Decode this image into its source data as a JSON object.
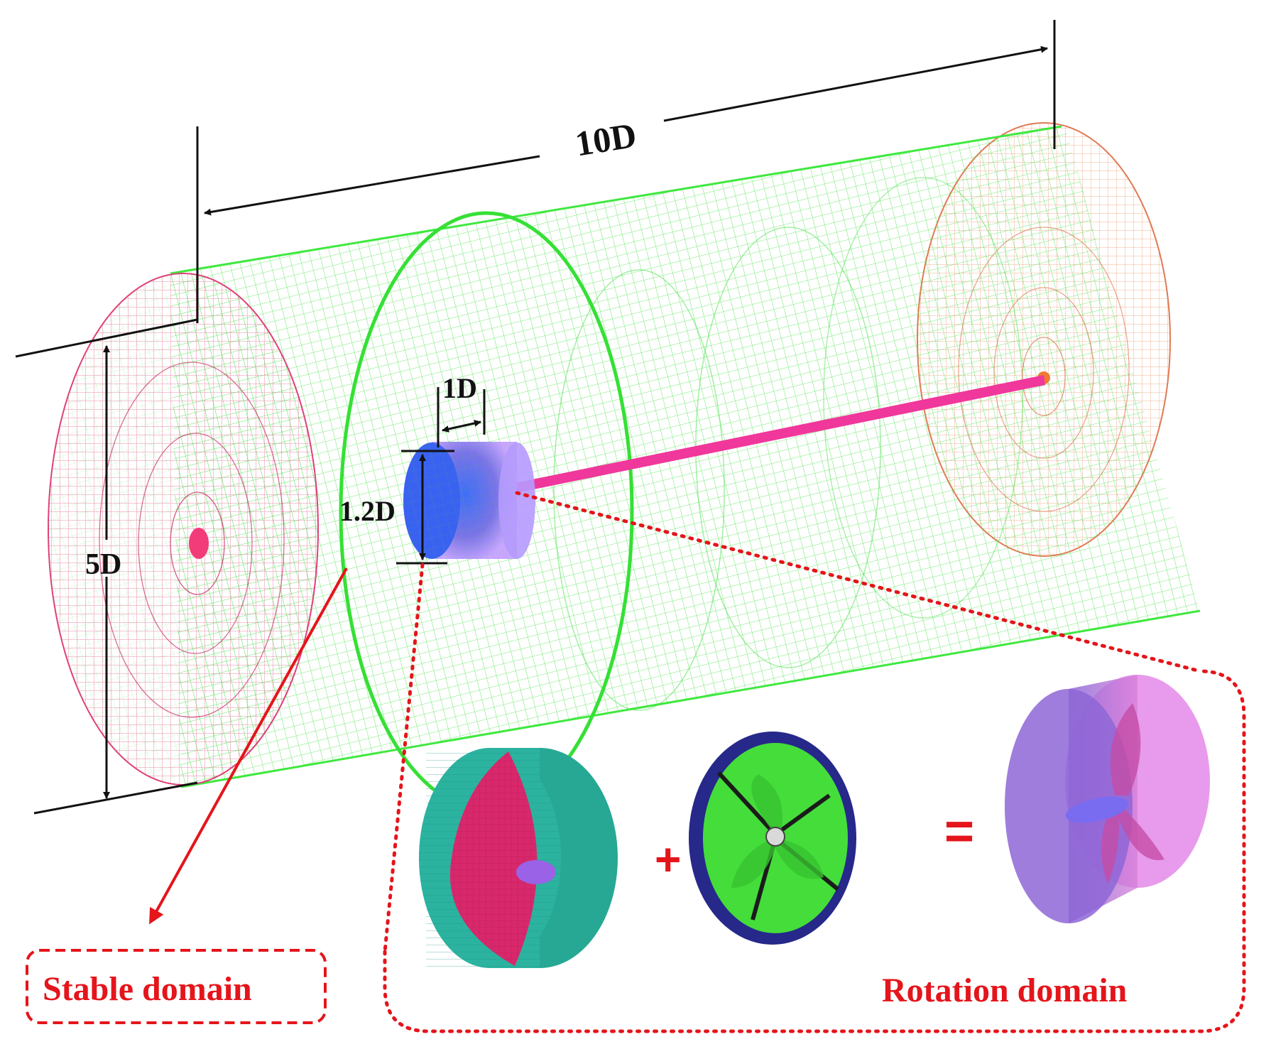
{
  "labels": {
    "length": "10D",
    "diameter": "5D",
    "rotor_length": "1D",
    "rotor_diameter": "1.2D",
    "stable_domain": "Stable domain",
    "rotation_domain": "Rotation domain",
    "plus": "+",
    "equals": "="
  },
  "colors": {
    "mesh_green": "#3fe83f",
    "mesh_pink": "#e0407a",
    "shaft": "#f0379b",
    "hub_blue": "#4a7ff0",
    "annotation_red": "#e4151b",
    "teal_disk": "#2bb3a0",
    "magenta_face": "#d8286c",
    "propeller_green": "#44dd3a",
    "ring_navy": "#26288a",
    "translucent_violet": "#9c6fe0"
  }
}
